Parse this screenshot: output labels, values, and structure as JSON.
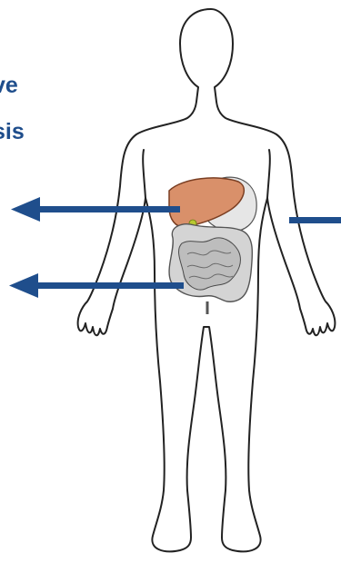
{
  "slide_text": {
    "line1": "ve",
    "line2": "sis"
  },
  "colors": {
    "heading": "#1f4e8c",
    "arrow": "#1f4e8c",
    "liver": "#d9906a",
    "stomach": "#e6e6e6",
    "intestine": "#c8c8c8",
    "outline": "#222222"
  },
  "diagram": {
    "figure": "human-body-outline",
    "organs": [
      "liver",
      "stomach",
      "small-intestine",
      "large-intestine"
    ],
    "arrows": [
      "arrow-liver-left",
      "arrow-intestine-left",
      "arrow-right"
    ]
  }
}
